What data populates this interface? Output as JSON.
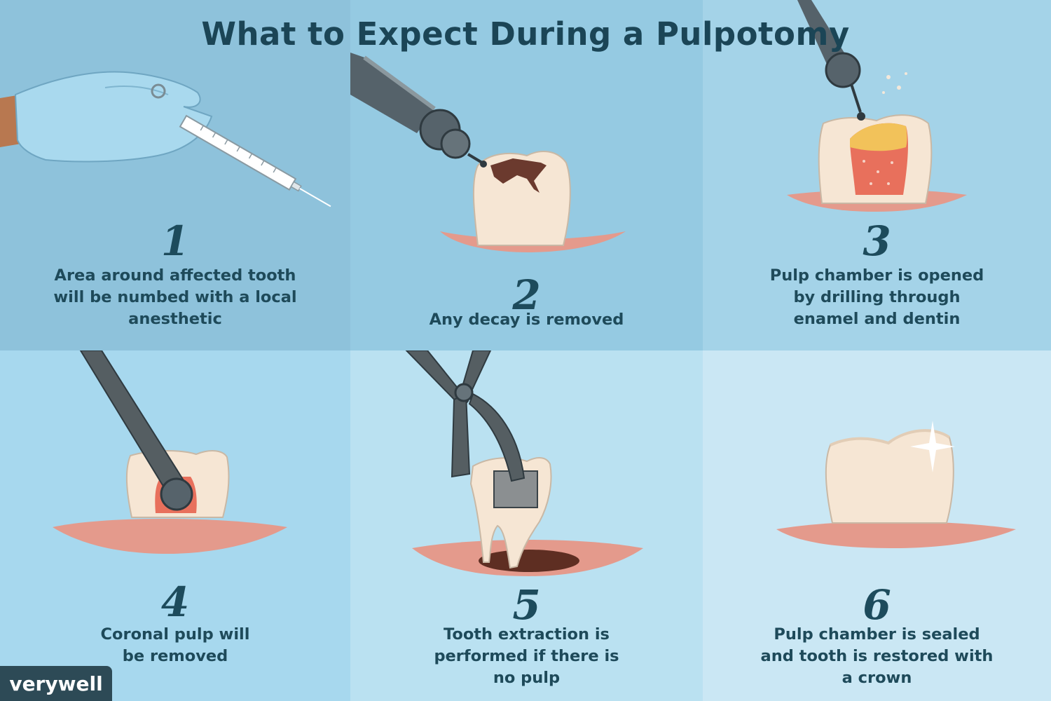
{
  "title": "What to Expect During a Pulpotomy",
  "brand": "verywell",
  "colors": {
    "title": "#1b4556",
    "text": "#1e4a5a",
    "gum": "#e49a8c",
    "tooth": "#f6e6d4",
    "tool": "#4f585c",
    "pulp": "#e8705c"
  },
  "steps": [
    {
      "number": "1",
      "caption": "Area around affected tooth\nwill be numbed with a local\nanesthetic",
      "background": "#8ec2db",
      "icon": "gloved-hand-syringe-icon"
    },
    {
      "number": "2",
      "caption": "Any decay is removed",
      "background": "#95cae2",
      "icon": "drill-decayed-tooth-icon"
    },
    {
      "number": "3",
      "caption": "Pulp chamber is opened\nby drilling through\nenamel and dentin",
      "background": "#a4d3e8",
      "icon": "drill-open-pulp-icon"
    },
    {
      "number": "4",
      "caption": "Coronal pulp will\nbe removed",
      "background": "#a7d8ee",
      "icon": "excavator-pulp-icon"
    },
    {
      "number": "5",
      "caption": "Tooth extraction is\nperformed if there is\nno pulp",
      "background": "#bae1f1",
      "icon": "forceps-extraction-icon"
    },
    {
      "number": "6",
      "caption": "Pulp chamber is sealed\nand tooth is restored with\na crown",
      "background": "#cae7f4",
      "icon": "crowned-tooth-sparkle-icon"
    }
  ]
}
